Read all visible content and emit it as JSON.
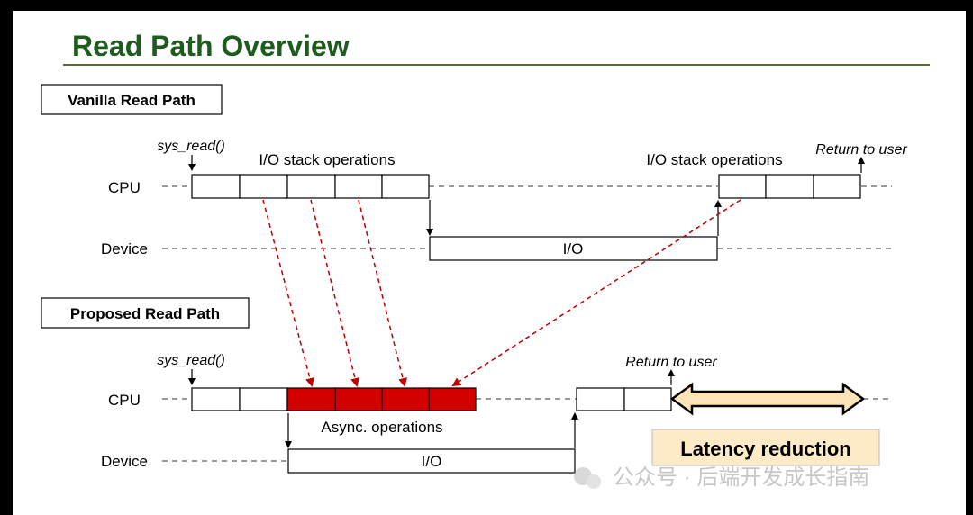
{
  "slide": {
    "title": "Read Path Overview",
    "title_color": "#1f5a1f",
    "rule_color": "#556b2f"
  },
  "vanilla": {
    "header": "Vanilla Read Path",
    "syscall": "sys_read()",
    "cpu_label": "CPU",
    "device_label": "Device",
    "stack_ops_left": "I/O stack operations",
    "stack_ops_right": "I/O stack operations",
    "return_label": "Return to user",
    "io_label": "I/O"
  },
  "proposed": {
    "header": "Proposed Read Path",
    "syscall": "sys_read()",
    "cpu_label": "CPU",
    "device_label": "Device",
    "async_label": "Async. operations",
    "return_label": "Return to user",
    "io_label": "I/O",
    "latency_label": "Latency reduction",
    "async_color": "#d40000",
    "latency_fill": "#fdebc8",
    "latency_arrow_color": "#fde3b8"
  },
  "watermark": {
    "text": "公众号 · 后端开发成长指南"
  }
}
